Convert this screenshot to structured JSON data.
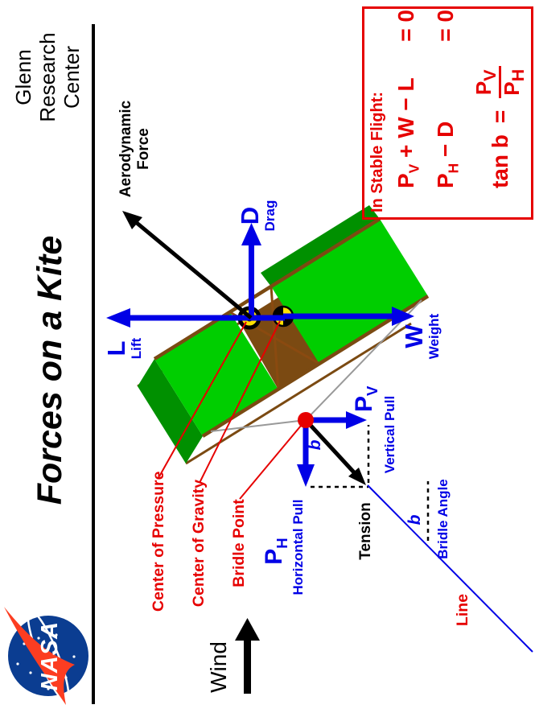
{
  "branding": {
    "agency": "NASA",
    "center_lines": [
      "Glenn",
      "Research",
      "Center"
    ]
  },
  "title": "Forces on a Kite",
  "wind_label": "Wind",
  "force_labels": {
    "lift_symbol": "L",
    "lift_name": "Lift",
    "drag_symbol": "D",
    "drag_name": "Drag",
    "weight_symbol": "W",
    "weight_name": "Weight",
    "aero_line1": "Aerodynamic",
    "aero_line2": "Force"
  },
  "bridle_labels": {
    "pv_base": "P",
    "pv_sub": "V",
    "pv_name": "Vertical Pull",
    "ph_base": "P",
    "ph_sub": "H",
    "ph_name": "Horizontal Pull",
    "tension": "Tension",
    "angle_symbol": "b"
  },
  "pointer_labels": {
    "center_of_pressure": "Center of Pressure",
    "center_of_gravity": "Center of Gravity",
    "bridle_point": "Bridle Point"
  },
  "line_labels": {
    "line": "Line",
    "angle_symbol": "b",
    "angle_name": "Bridle Angle"
  },
  "equations": {
    "heading": "In Stable Flight:",
    "eq1_lhs_base": "P",
    "eq1_lhs_sub": "V",
    "eq1_lhs_rest": " + W − L",
    "eq1_rhs": "= 0",
    "eq2_lhs_base": "P",
    "eq2_lhs_sub": "H",
    "eq2_lhs_rest": " − D",
    "eq2_rhs": "= 0",
    "eq3_prefix": "tan b",
    "eq3_equals": "=",
    "eq3_num_base": "P",
    "eq3_num_sub": "V",
    "eq3_den_base": "P",
    "eq3_den_sub": "H"
  },
  "colors": {
    "force_blue": "#0000e6",
    "label_red": "#e60000",
    "kite_green": "#00ce00",
    "kite_dark_green": "#009000",
    "frame_brown": "#7b4a12",
    "bridle_gray": "#999999",
    "nasa_blue": "#0b3d91",
    "nasa_red": "#fc3d21"
  }
}
